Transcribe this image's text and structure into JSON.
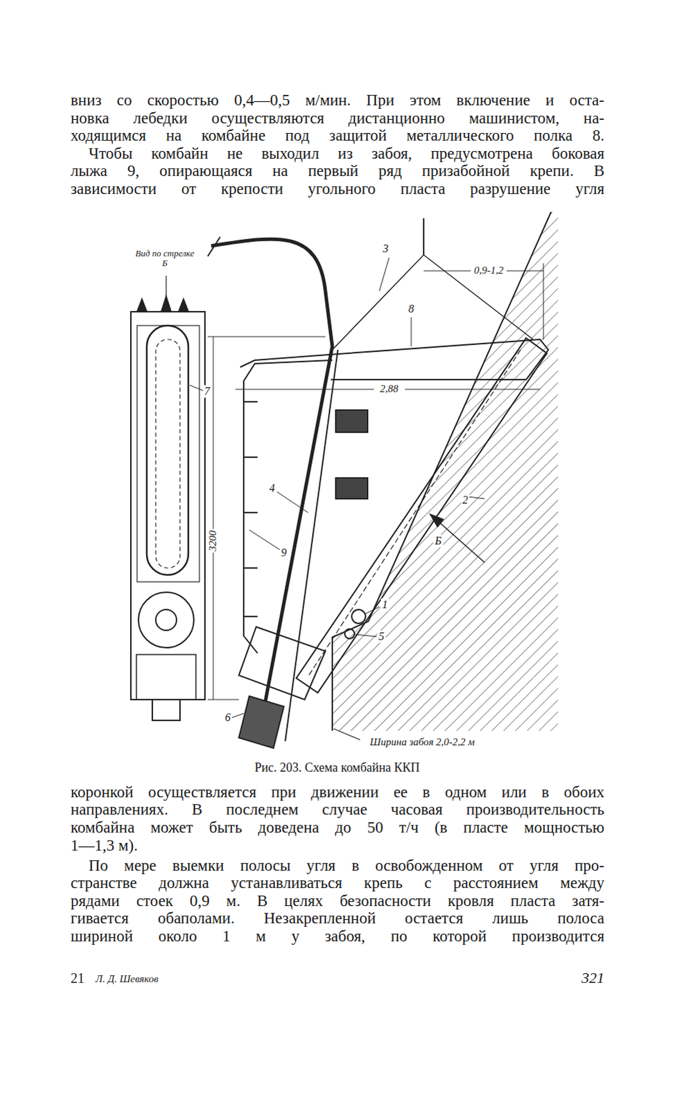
{
  "diagram": {
    "caption": "Рис. 203. Схема комбайна ККП",
    "labels": [
      "вниз со скоростью 0,4—0,5 м/мин. При этом включение и оста-",
      "новка лебедки осуществляются дистанционно машинистом, на-",
      "ходящимся на комбайне под защитой металлического полка 8.",
      "Чтобы комбайн не выходил из забоя, предусмотрена боковая",
      "лыжа 9, опирающаяся на первый ряд призабойной крепи. В",
      "зависимости от крепости угольного пласта разрушение угля",
      "коронкой осуществляется при движении ее в одном или в обоих",
      "направлениях. В последнем случае часовая производительность",
      "комбайна может быть доведена до 50 т/ч (в пласте мощностью",
      "1—1,3 м).",
      "По мере выемки полосы угля в освобожденном от угля про-",
      "странстве должна устанавливаться крепь с расстоянием между",
      "рядами стоек 0,9 м. В целях безопасности кровля пласта затя-",
      "гивается обаполами. Незакрепленной остается лишь полоса",
      "шириной около 1 м у забоя, по которой производится",
      "21",
      "Л. Д. Шевяков",
      "321",
      "Вид по стрелке Б",
      "7",
      "3",
      "0,9-1,2",
      "8",
      "2,88",
      "3200",
      "4",
      "9",
      "2",
      "Б",
      "1",
      "5",
      "6",
      "Ширина забоя 2,0-2,2 м"
    ]
  }
}
